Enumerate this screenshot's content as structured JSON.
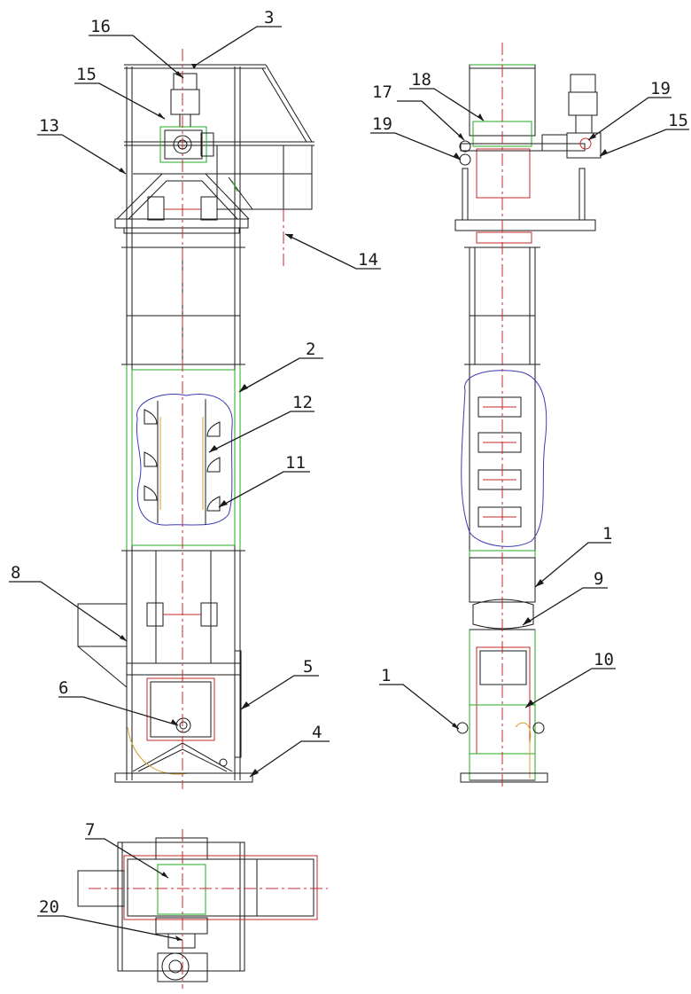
{
  "labels": {
    "l1a": "1",
    "l1b": "1",
    "l2": "2",
    "l3": "3",
    "l4": "4",
    "l5": "5",
    "l6": "6",
    "l7": "7",
    "l8": "8",
    "l9": "9",
    "l10": "10",
    "l11": "11",
    "l12": "12",
    "l13": "13",
    "l14": "14",
    "l15a": "15",
    "l15b": "15",
    "l16": "16",
    "l17": "17",
    "l18": "18",
    "l19a": "19",
    "l19b": "19",
    "l20": "20"
  },
  "colors": {
    "line": "#1a1a1a",
    "green": "#22a822",
    "red": "#c62828",
    "blue": "#3b3bb5",
    "orange": "#d6a02a"
  }
}
